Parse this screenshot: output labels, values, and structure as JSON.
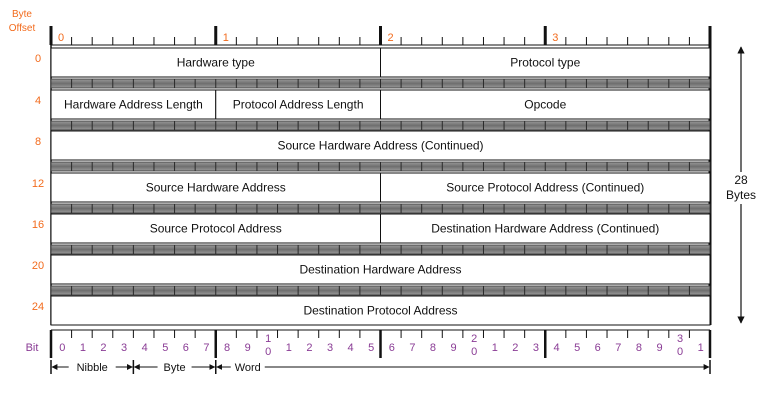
{
  "header": {
    "byte_label": "Byte",
    "offset_label": "Offset",
    "ruler_numbers": [
      "0",
      "1",
      "2",
      "3"
    ]
  },
  "rows": [
    {
      "offset": "0",
      "cells": [
        {
          "label": "Hardware type",
          "bits": 16
        },
        {
          "label": "Protocol type",
          "bits": 16
        }
      ]
    },
    {
      "offset": "4",
      "cells": [
        {
          "label": "Hardware Address Length",
          "bits": 8
        },
        {
          "label": "Protocol Address Length",
          "bits": 8
        },
        {
          "label": "Opcode",
          "bits": 16
        }
      ]
    },
    {
      "offset": "8",
      "cells": [
        {
          "label": "Source Hardware Address (Continued)",
          "bits": 32
        }
      ]
    },
    {
      "offset": "12",
      "cells": [
        {
          "label": "Source Hardware Address",
          "bits": 16
        },
        {
          "label": "Source Protocol Address (Continued)",
          "bits": 16
        }
      ]
    },
    {
      "offset": "16",
      "cells": [
        {
          "label": "Source Protocol Address",
          "bits": 16
        },
        {
          "label": "Destination Hardware Address (Continued)",
          "bits": 16
        }
      ]
    },
    {
      "offset": "20",
      "cells": [
        {
          "label": "Destination Hardware Address",
          "bits": 32
        }
      ]
    },
    {
      "offset": "24",
      "cells": [
        {
          "label": "Destination Protocol Address",
          "bits": 32
        }
      ]
    }
  ],
  "size_annotation": {
    "number": "28",
    "unit": "Bytes"
  },
  "bit_axis": {
    "label": "Bit",
    "numbers": [
      "0",
      "1",
      "2",
      "3",
      "4",
      "5",
      "6",
      "7",
      "8",
      "9",
      "1\n0",
      "1",
      "2",
      "3",
      "4",
      "5",
      "6",
      "7",
      "8",
      "9",
      "2\n0",
      "1",
      "2",
      "3",
      "4",
      "5",
      "6",
      "7",
      "8",
      "9",
      "3\n0",
      "1"
    ]
  },
  "units": [
    {
      "label": "Nibble",
      "bits": 4
    },
    {
      "label": "Byte",
      "bits": 8
    },
    {
      "label": "Word",
      "bits": 32
    }
  ],
  "colors": {
    "offset_text": "#f26b1d",
    "bit_text": "#8a3c95",
    "separator_bar": "#7a7a7a",
    "border": "#111111"
  }
}
